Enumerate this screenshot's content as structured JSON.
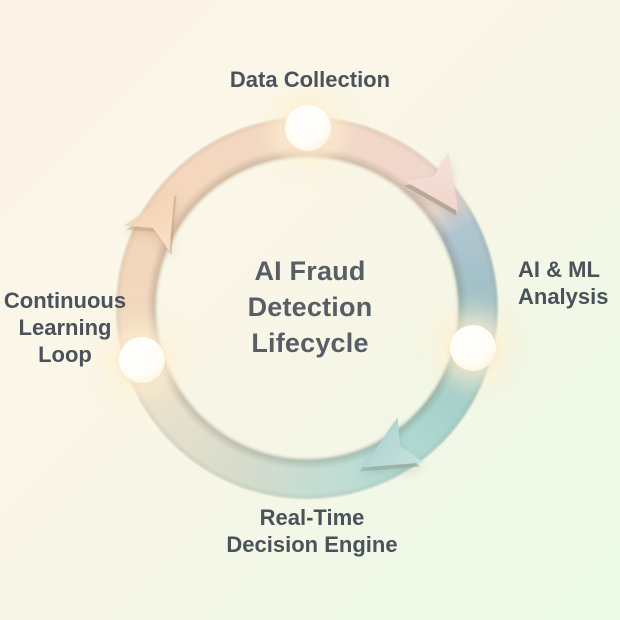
{
  "diagram": {
    "type": "cycle",
    "direction": "clockwise",
    "title": "AI Fraud Detection Lifecycle",
    "title_lines": [
      "AI Fraud",
      "Detection",
      "Lifecycle"
    ]
  },
  "stages": [
    {
      "label": "Data Collection",
      "lines": [
        "Data Collection"
      ],
      "position": "top"
    },
    {
      "label": "AI & ML Analysis",
      "lines": [
        "AI & ML",
        "Analysis"
      ],
      "position": "right"
    },
    {
      "label": "Real-Time Decision Engine",
      "lines": [
        "Real-Time",
        "Decision Engine"
      ],
      "position": "bottom"
    },
    {
      "label": "Continuous Learning Loop",
      "lines": [
        "Continuous",
        "Learning",
        "Loop"
      ],
      "position": "left"
    }
  ],
  "nodes": [
    {
      "position": "top"
    },
    {
      "position": "right"
    },
    {
      "position": "left"
    }
  ],
  "arrows": [
    {
      "from": "Data Collection",
      "to": "AI & ML Analysis",
      "color": "#f0d7d0"
    },
    {
      "from": "AI & ML Analysis",
      "to": "Real-Time Decision Engine",
      "color": "#b7dcd8"
    },
    {
      "from": "Continuous Learning Loop",
      "to": "Data Collection",
      "color": "#f6d8bc"
    }
  ],
  "colors": {
    "ring_peach": "#f4d6bb",
    "ring_pink": "#eed8d2",
    "ring_blue_gray": "#a3c1c8",
    "ring_teal": "#aed6cf",
    "ring_pale_sage": "#dcdccc",
    "node_fill": "#ffffff",
    "node_glow": "#ffeecd",
    "title_text": "#575e68",
    "label_text": "#4a525b",
    "bg_top_left": "#fdf1e8",
    "bg_bottom_right": "#ecfae7"
  }
}
